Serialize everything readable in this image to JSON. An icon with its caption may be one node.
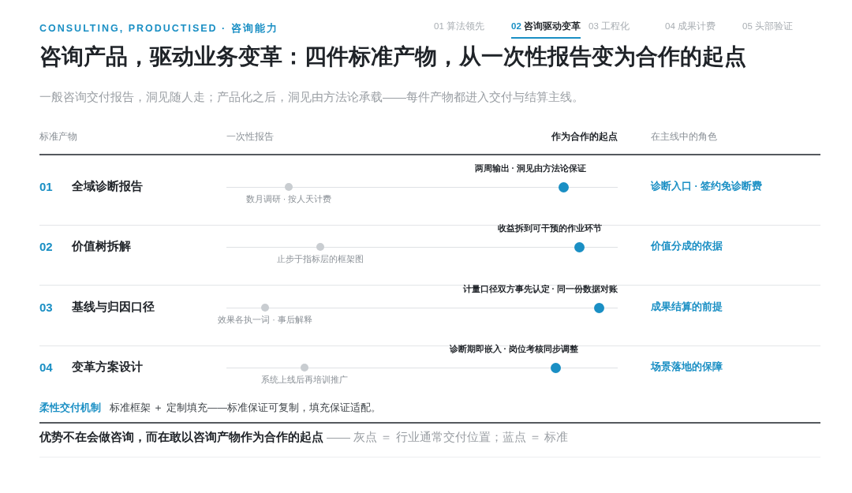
{
  "diagram": {
    "title": "咨询产品，驱动业务变革：四件标准产物，从一次性报告变为合作的起点",
    "labels": [
      "CONSULTING, PRODUCTISED · 咨询能力",
      "01 算法领先",
      "02 咨询驱动变革",
      "03 工程化",
      "04 成果计费",
      "05 头部验证",
      "一般咨询交付报告，洞见随人走；产品化之后，洞见由方法论承载——每件产物都进入交付与结算主线。",
      "标准产物",
      "一次性报告",
      "作为合作的起点",
      "在主线中的角色",
      "01",
      "全域诊断报告",
      "两周输出 · 洞见由方法论保证",
      "数月调研 · 按人天计费",
      "诊断入口 · 签约免诊断费",
      "02",
      "价值树拆解",
      "收益拆到可干预的作业环节",
      "止步于指标层的框架图",
      "价值分成的依据",
      "03",
      "基线与归因口径",
      "计量口径双方事先认定 · 同一份数据对账",
      "效果各执一词 · 事后解释",
      "成果结算的前提",
      "04",
      "变革方案设计",
      "诊断期即嵌入 · 岗位考核同步调整",
      "系统上线后再培训推广",
      "场景落地的保障",
      "柔性交付机制",
      "标准框架 ＋ 定制填充——标准保证可复制，填充保证适配。",
      "优势不在会做咨询，而在敢以咨询产物作为合作的起点",
      "—— 灰点 ＝ 行业通常交付位置；蓝点 ＝ 标准"
    ]
  }
}
